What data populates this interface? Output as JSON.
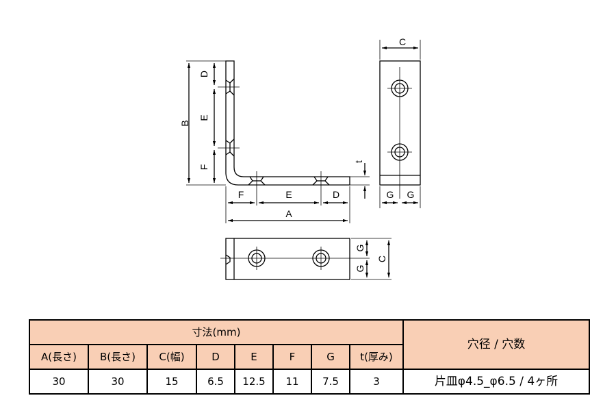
{
  "labels": {
    "A": "A",
    "B": "B",
    "C": "C",
    "D": "D",
    "E": "E",
    "F": "F",
    "G": "G",
    "t": "t"
  },
  "table": {
    "group_header": "寸法(mm)",
    "hole_header": "穴径 / 穴数",
    "columns": [
      "A(長さ)",
      "B(長さ)",
      "C(幅)",
      "D",
      "E",
      "F",
      "G",
      "t(厚み)"
    ],
    "values": [
      "30",
      "30",
      "15",
      "6.5",
      "12.5",
      "11",
      "7.5",
      "3"
    ],
    "hole_value": "片皿φ4.5_φ6.5 / 4ヶ所"
  }
}
